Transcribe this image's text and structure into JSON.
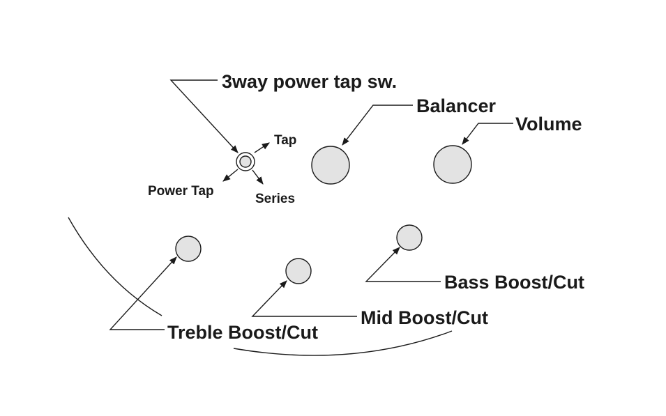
{
  "colors": {
    "knob_fill": "#e3e3e3",
    "line": "#1a1a1a",
    "background": "#ffffff"
  },
  "labels": {
    "switch": "3way power tap sw.",
    "switch_tap": "Tap",
    "switch_power_tap": "Power Tap",
    "switch_series": "Series",
    "balancer": "Balancer",
    "volume": "Volume",
    "bass": "Bass Boost/Cut",
    "mid": "Mid Boost/Cut",
    "treble": "Treble Boost/Cut"
  }
}
